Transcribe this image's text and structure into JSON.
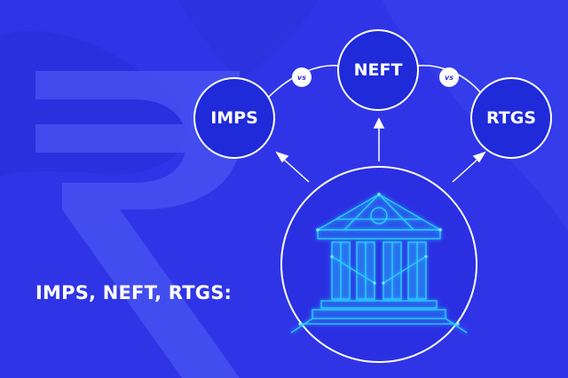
{
  "headline": "IMPS, NEFT, RTGS:",
  "nodes": {
    "imps": "IMPS",
    "neft": "NEFT",
    "rtgs": "RTGS"
  },
  "vs_labels": {
    "left": "vs",
    "right": "vs"
  },
  "icons": {
    "background": "rupee-symbol-icon",
    "center": "bank-building-icon"
  },
  "colors": {
    "background": "#2f35e6",
    "node_fill": "#1f2ad9",
    "bank_glow": "#2ad4ff",
    "text": "#ffffff"
  }
}
